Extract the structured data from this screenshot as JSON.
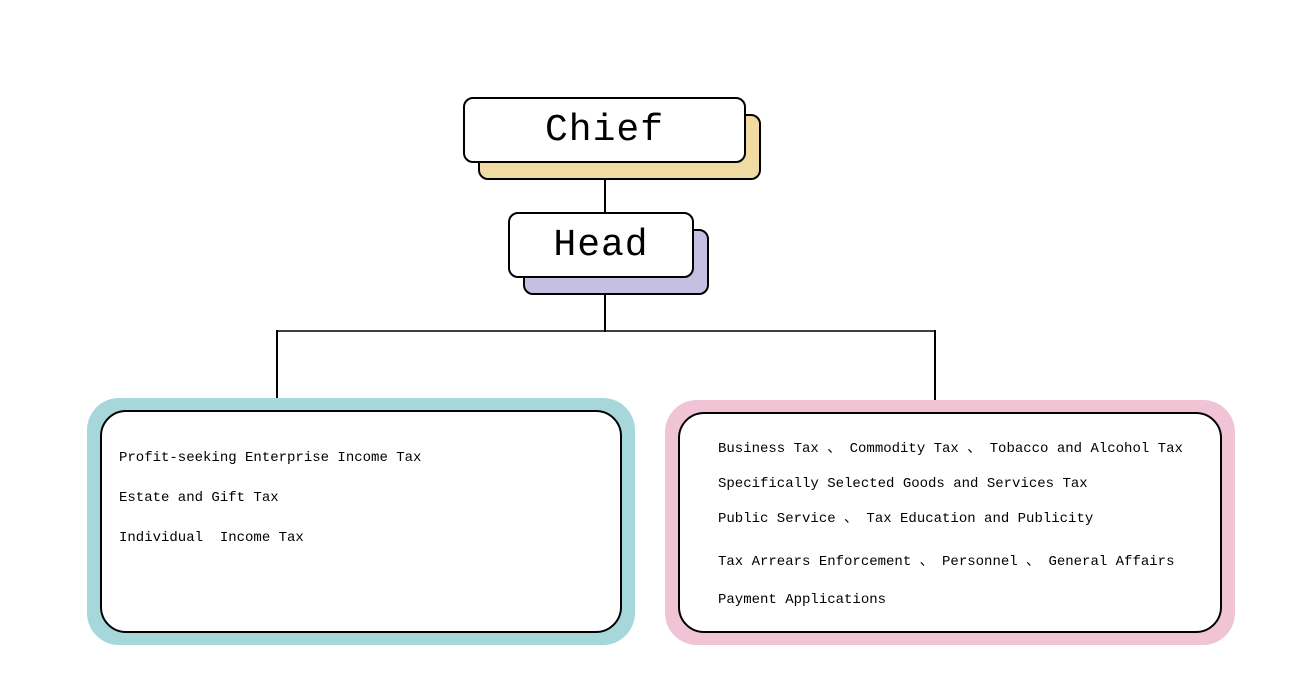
{
  "diagram": {
    "title": "Organization chart",
    "background_color": "#ffffff",
    "line_color": "#000000",
    "nodes": {
      "chief": {
        "label": "Chief",
        "shadow_color": "#f0dca3"
      },
      "head": {
        "label": "Head",
        "shadow_color": "#c5bfe1"
      },
      "left_branch": {
        "accent_color": "#a6d8db",
        "items": [
          "Profit-seeking Enterprise Income Tax",
          "Estate and Gift Tax",
          "Individual  Income Tax"
        ]
      },
      "right_branch": {
        "accent_color": "#f0c4d4",
        "items": [
          "Business Tax 、 Commodity Tax 、 Tobacco and Alcohol Tax",
          "Specifically Selected Goods and Services Tax",
          "Public Service 、 Tax Education and Publicity",
          "Tax Arrears Enforcement 、 Personnel 、 General Affairs",
          "Payment Applications"
        ]
      }
    }
  }
}
